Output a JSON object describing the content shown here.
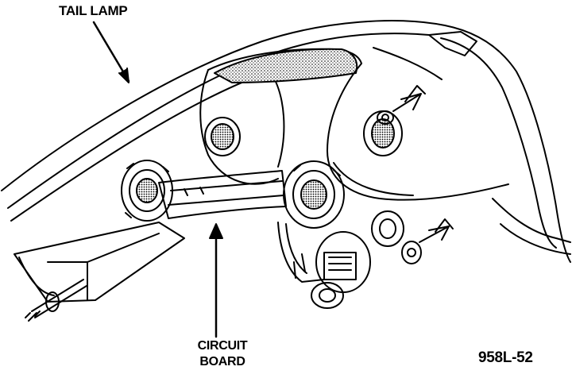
{
  "labels": {
    "tail_lamp": "TAIL LAMP",
    "circuit_board_line1": "CIRCUIT",
    "circuit_board_line2": "BOARD",
    "figure_code": "958L-52"
  },
  "colors": {
    "ink": "#000000",
    "paper": "#ffffff"
  }
}
